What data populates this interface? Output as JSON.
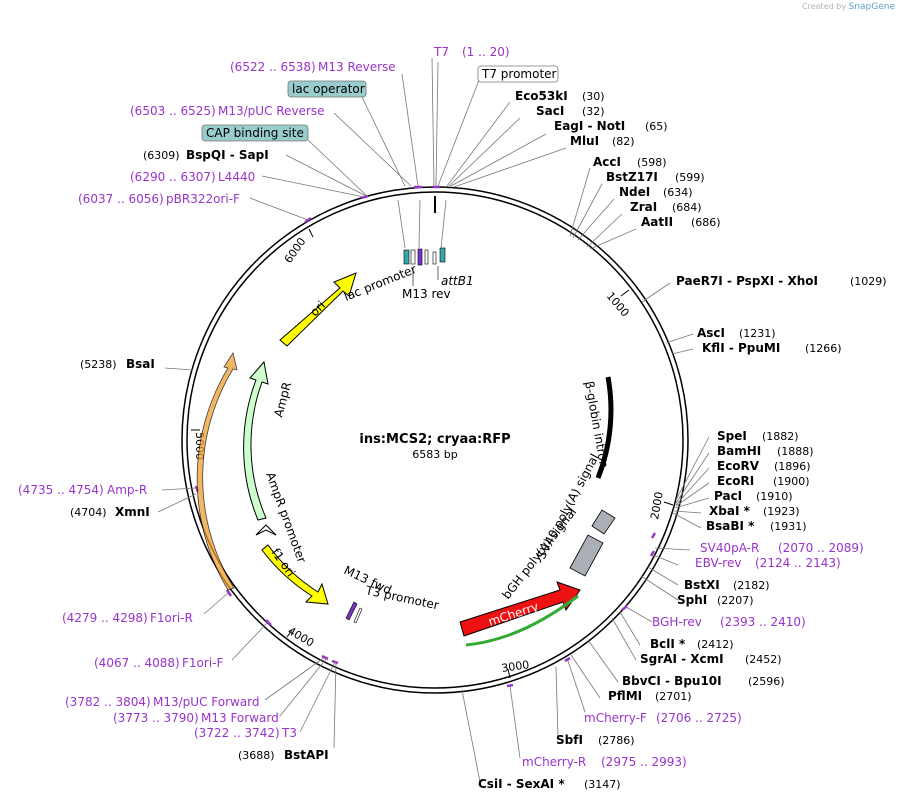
{
  "credit": {
    "prefix": "Created by",
    "brand": "SnapGene"
  },
  "plasmid": {
    "name": "ins:MCS2; cryaa:RFP",
    "size": "6583 bp"
  },
  "ticks": [
    "1000",
    "2000",
    "3000",
    "4000",
    "5000",
    "6000"
  ],
  "features": {
    "ori": "ori",
    "ampr": "AmpR",
    "ampr_promoter": "AmpR promoter",
    "f1_ori": "f1 ori",
    "lac_promoter": "lac promoter",
    "m13_rev": "M13 rev",
    "attb1": "attB1",
    "m13_fwd": "M13 fwd",
    "t3_promoter": "T3 promoter",
    "mcherry": "mCherry",
    "bgh": "bGH poly(A) signal",
    "sv40": "SV40 poly(A) signal",
    "bglobin": "β-globin intron"
  },
  "boxes": {
    "t7_promoter": "T7 promoter",
    "lac_operator": "lac operator",
    "cap": "CAP binding site"
  },
  "labels": {
    "t7": {
      "name": "T7",
      "pos": "(1 .. 20)"
    },
    "m13_reverse": {
      "name": "M13 Reverse",
      "pos": "(6522 .. 6538)"
    },
    "m13puc_reverse": {
      "name": "M13/pUC Reverse",
      "pos": "(6503 .. 6525)"
    },
    "bspqi": {
      "name": "BspQI  - SapI",
      "pos": "(6309)"
    },
    "l4440": {
      "name": "L4440",
      "pos": "(6290 .. 6307)"
    },
    "pbr322": {
      "name": "pBR322ori-F",
      "pos": "(6037 .. 6056)"
    },
    "eco53ki": {
      "name": "Eco53kI",
      "pos": "(30)"
    },
    "saci": {
      "name": "SacI",
      "pos": "(32)"
    },
    "eagi": {
      "name": "EagI  - NotI",
      "pos": "(65)"
    },
    "mlui": {
      "name": "MluI",
      "pos": "(82)"
    },
    "acci": {
      "name": "AccI",
      "pos": "(598)"
    },
    "bstz17i": {
      "name": "BstZ17I",
      "pos": "(599)"
    },
    "ndei": {
      "name": "NdeI",
      "pos": "(634)"
    },
    "zrai": {
      "name": "ZraI",
      "pos": "(684)"
    },
    "aatii": {
      "name": "AatII",
      "pos": "(686)"
    },
    "paer7i": {
      "name": "PaeR7I  - PspXI  - XhoI",
      "pos": "(1029)"
    },
    "asci": {
      "name": "AscI",
      "pos": "(1231)"
    },
    "kfli": {
      "name": "KflI  - PpuMI",
      "pos": "(1266)"
    },
    "bsai": {
      "name": "BsaI",
      "pos": "(5238)"
    },
    "spei": {
      "name": "SpeI",
      "pos": "(1882)"
    },
    "bamhi": {
      "name": "BamHI",
      "pos": "(1888)"
    },
    "ecorv": {
      "name": "EcoRV",
      "pos": "(1896)"
    },
    "ecori": {
      "name": "EcoRI",
      "pos": "(1900)"
    },
    "paci": {
      "name": "PacI",
      "pos": "(1910)"
    },
    "xbai": {
      "name": "XbaI *",
      "pos": "(1923)"
    },
    "bsabi": {
      "name": "BsaBI *",
      "pos": "(1931)"
    },
    "sv40pa": {
      "name": "SV40pA-R",
      "pos": "(2070 .. 2089)"
    },
    "ebv": {
      "name": "EBV-rev",
      "pos": "(2124 .. 2143)"
    },
    "bstxi": {
      "name": "BstXI",
      "pos": "(2182)"
    },
    "sphi": {
      "name": "SphI",
      "pos": "(2207)"
    },
    "bgh_rev": {
      "name": "BGH-rev",
      "pos": "(2393 .. 2410)"
    },
    "bcli": {
      "name": "BclI *",
      "pos": "(2412)"
    },
    "sgrai": {
      "name": "SgrAI  - XcmI",
      "pos": "(2452)"
    },
    "bbvci": {
      "name": "BbvCI  - Bpu10I",
      "pos": "(2596)"
    },
    "pflmi": {
      "name": "PflMI",
      "pos": "(2701)"
    },
    "mcherry_f": {
      "name": "mCherry-F",
      "pos": "(2706 .. 2725)"
    },
    "sbfi": {
      "name": "SbfI",
      "pos": "(2786)"
    },
    "mcherry_r": {
      "name": "mCherry-R",
      "pos": "(2975 .. 2993)"
    },
    "csii": {
      "name": "CsiI  - SexAI *",
      "pos": "(3147)"
    },
    "amp_r": {
      "name": "Amp-R",
      "pos": "(4735 .. 4754)"
    },
    "xmni": {
      "name": "XmnI",
      "pos": "(4704)"
    },
    "f1ori_r": {
      "name": "F1ori-R",
      "pos": "(4279 .. 4298)"
    },
    "f1ori_f": {
      "name": "F1ori-F",
      "pos": "(4067 .. 4088)"
    },
    "m13puc_forward": {
      "name": "M13/pUC Forward",
      "pos": "(3782 .. 3804)"
    },
    "m13_forward": {
      "name": "M13 Forward",
      "pos": "(3773 .. 3790)"
    },
    "t3": {
      "name": "T3",
      "pos": "(3722 .. 3742)"
    },
    "bstapi": {
      "name": "BstAPI",
      "pos": "(3688)"
    }
  },
  "colors": {
    "enzyme": "#000000",
    "primer": "#9933cc",
    "ori": "#ffff00",
    "ampr": "#ccffcc",
    "mcherry": "#ee1111",
    "polya": "#999999",
    "box_fill": "#99cccc"
  }
}
